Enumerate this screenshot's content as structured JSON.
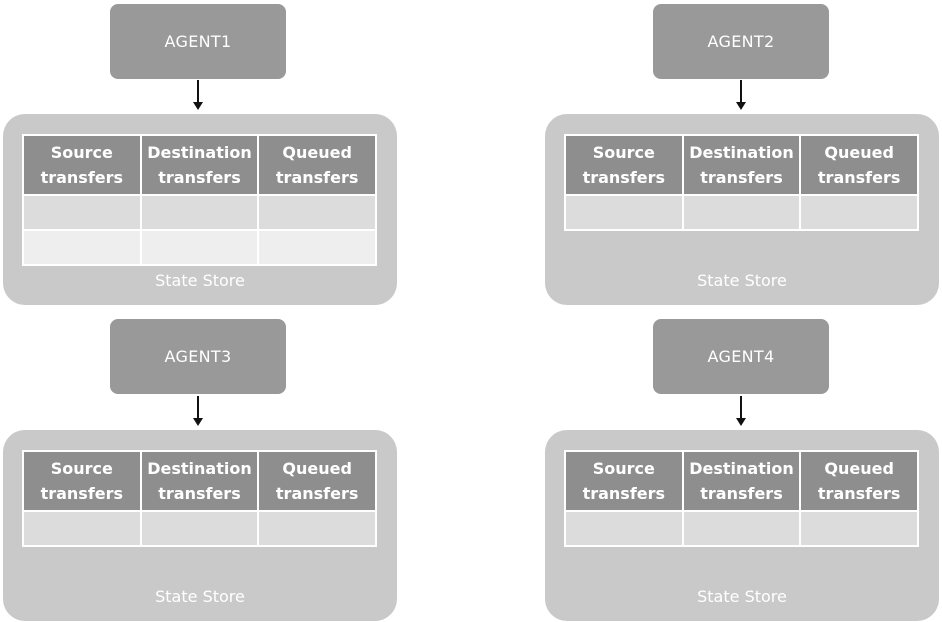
{
  "agents": [
    {
      "label": "AGENT1",
      "rows": 2
    },
    {
      "label": "AGENT2",
      "rows": 1
    },
    {
      "label": "AGENT3",
      "rows": 1
    },
    {
      "label": "AGENT4",
      "rows": 1
    }
  ],
  "table_headers": {
    "source": "Source transfers",
    "destination": "Destination transfers",
    "queued": "Queued transfers"
  },
  "store_label": "State Store",
  "colors": {
    "agent_box": "#999999",
    "store_bg": "#c9c9c9",
    "header_cell": "#8e8e8e",
    "row_cell": "#dcdcdc",
    "row_cell_alt": "#eeeeee",
    "arrow": "#111111"
  }
}
